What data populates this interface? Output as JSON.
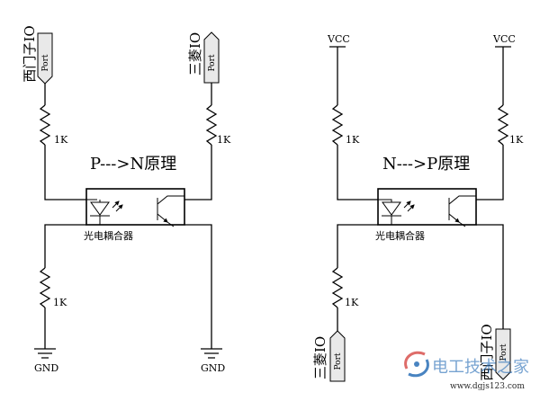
{
  "left": {
    "title": "P--->N原理",
    "top_port_left_name": "西门子IO",
    "top_port_right_name": "三菱IO",
    "port_label": "Port",
    "resistor_top_left": "1K",
    "resistor_top_right": "1K",
    "resistor_bottom": "1K",
    "coupler_label": "光电耦合器",
    "gnd_left": "GND",
    "gnd_right": "GND"
  },
  "right": {
    "title": "N--->P原理",
    "vcc_left": "VCC",
    "vcc_right": "VCC",
    "resistor_top_left": "1K",
    "resistor_top_right": "1K",
    "resistor_bottom": "1K",
    "coupler_label": "光电耦合器",
    "bottom_port_left_name": "三菱IO",
    "bottom_port_right_name": "西门子IO",
    "port_label": "Port"
  },
  "watermark": {
    "text": "电工技术之家",
    "url": "www.dgjs123.com"
  }
}
